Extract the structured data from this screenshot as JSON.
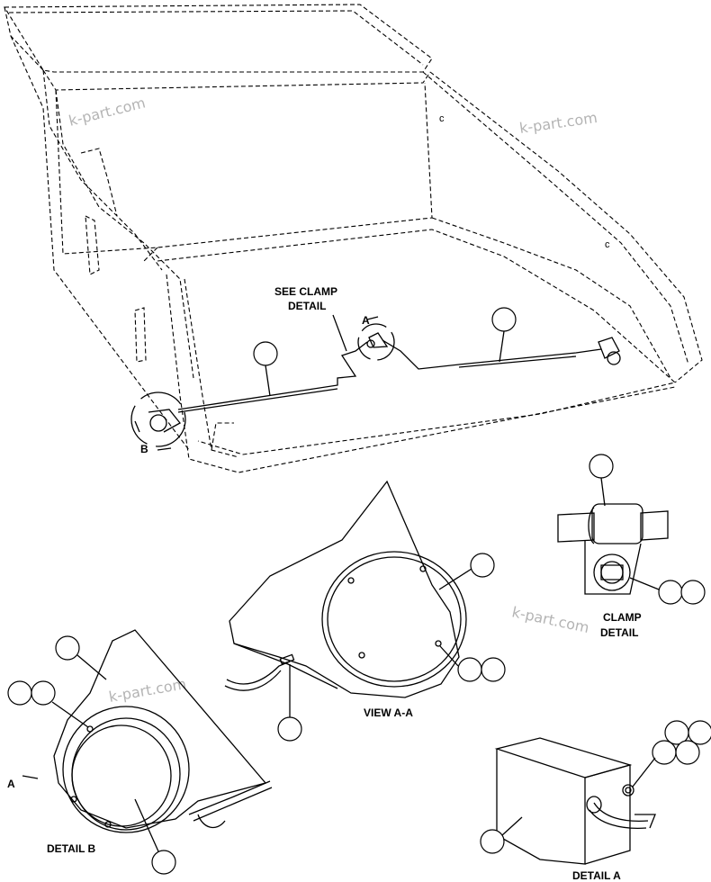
{
  "watermark": "k-part.com",
  "labels": {
    "see_clamp_detail_1": "SEE CLAMP",
    "see_clamp_detail_2": "DETAIL",
    "view_a_a": "VIEW A-A",
    "clamp_detail_1": "CLAMP",
    "clamp_detail_2": "DETAIL",
    "detail_a": "DETAIL A",
    "detail_b": "DETAIL B",
    "arrow_a": "A",
    "arrow_b": "B",
    "arrow_a_detail": "A"
  }
}
